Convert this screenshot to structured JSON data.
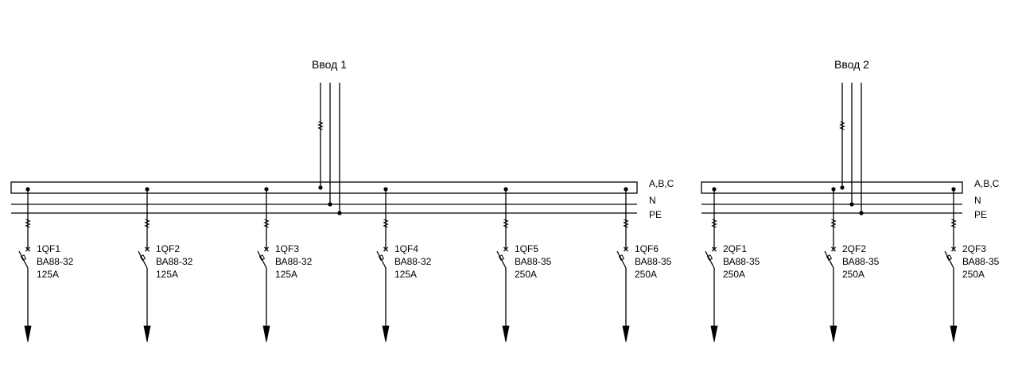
{
  "colors": {
    "line": "#000000",
    "background": "#ffffff"
  },
  "bus_labels": {
    "phases": "A,B,C",
    "neutral": "N",
    "earth": "PE"
  },
  "sections": [
    {
      "input_label": "Ввод 1",
      "breakers": [
        {
          "id": "1QF1",
          "model": "ВА88-32",
          "rating": "125А"
        },
        {
          "id": "1QF2",
          "model": "ВА88-32",
          "rating": "125А"
        },
        {
          "id": "1QF3",
          "model": "ВА88-32",
          "rating": "125А"
        },
        {
          "id": "1QF4",
          "model": "ВА88-32",
          "rating": "125А"
        },
        {
          "id": "1QF5",
          "model": "ВА88-35",
          "rating": "250А"
        },
        {
          "id": "1QF6",
          "model": "ВА88-35",
          "rating": "250А"
        }
      ]
    },
    {
      "input_label": "Ввод 2",
      "breakers": [
        {
          "id": "2QF1",
          "model": "ВА88-35",
          "rating": "250А"
        },
        {
          "id": "2QF2",
          "model": "ВА88-35",
          "rating": "250А"
        },
        {
          "id": "2QF3",
          "model": "ВА88-35",
          "rating": "250А"
        }
      ]
    }
  ]
}
